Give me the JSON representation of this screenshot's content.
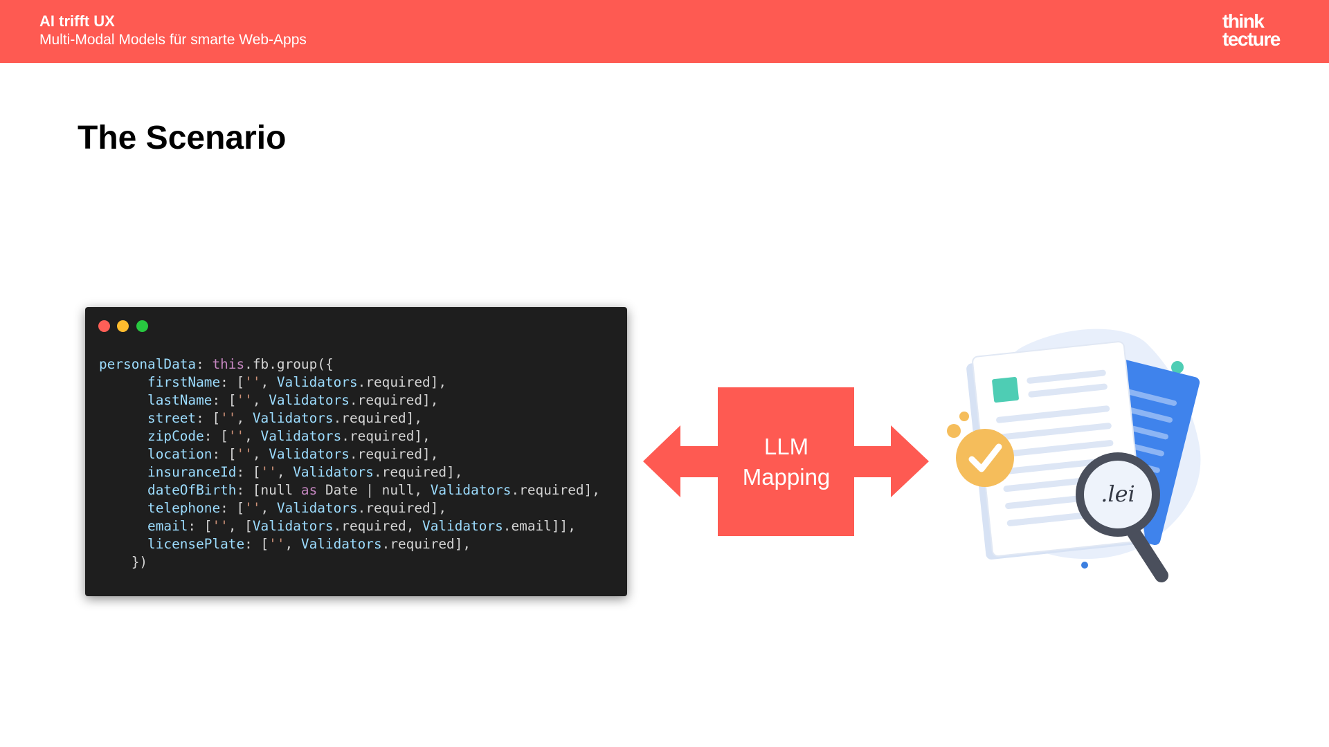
{
  "header": {
    "title": "AI trifft UX",
    "subtitle": "Multi-Modal Models für smarte Web-Apps",
    "logo_line1": "think",
    "logo_line2": "tecture",
    "bar_color": "#fe5a52"
  },
  "page_title": "The Scenario",
  "code_window": {
    "dots": [
      "#ff5f57",
      "#febc2e",
      "#28c840"
    ],
    "code_lines": [
      "personalData: this.fb.group({",
      "      firstName: ['', Validators.required],",
      "      lastName: ['', Validators.required],",
      "      street: ['', Validators.required],",
      "      zipCode: ['', Validators.required],",
      "      location: ['', Validators.required],",
      "      insuranceId: ['', Validators.required],",
      "      dateOfBirth: [null as Date | null, Validators.required],",
      "      telephone: ['', Validators.required],",
      "      email: ['', [Validators.required, Validators.email]],",
      "      licensePlate: ['', Validators.required],",
      "    })"
    ]
  },
  "mapping": {
    "line1": "LLM",
    "line2": "Mapping",
    "color": "#fe5a52"
  },
  "illustration": {
    "icon": "document-check-magnifier-icon",
    "signature_text": ".lei"
  }
}
